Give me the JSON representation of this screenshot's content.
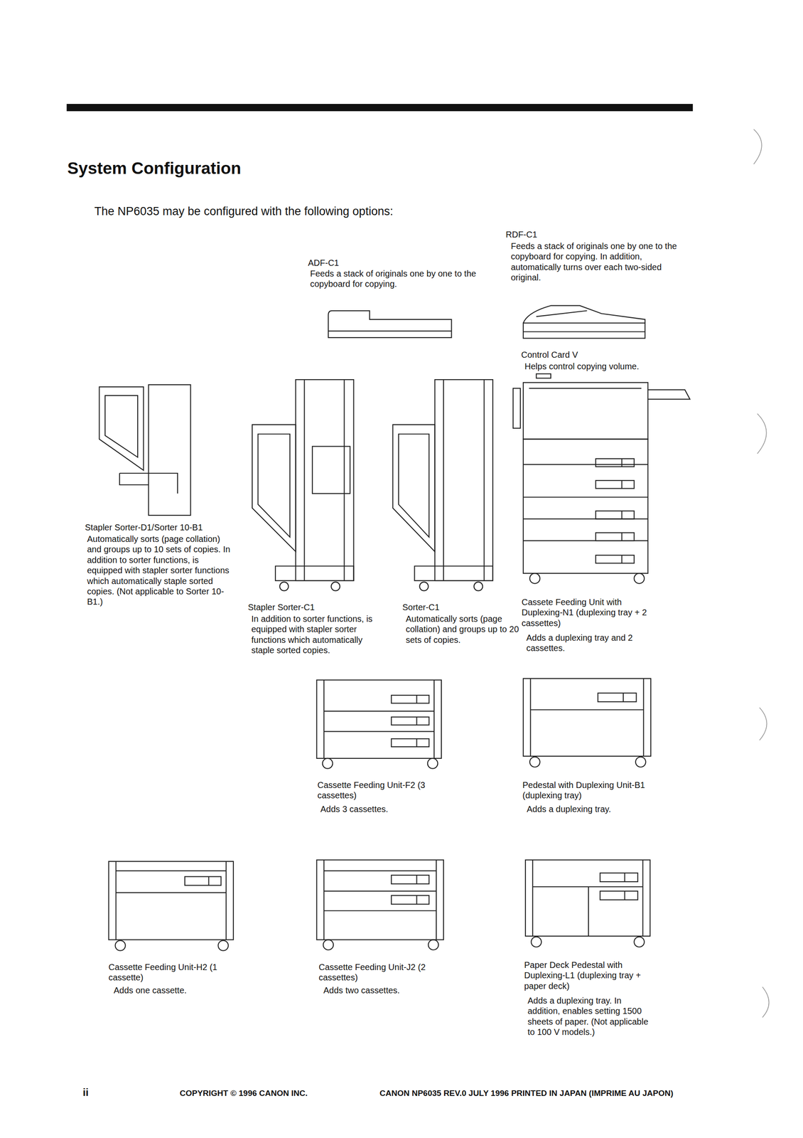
{
  "diagram": {
    "title": "System Configuration",
    "labels": [
      "The NP6035 may be configured with the following options:",
      "ADF-C1",
      "Feeds a stack of originals one by one to the copyboard for copying.",
      "RDF-C1",
      "Feeds a stack of originals one by one to the copyboard for copying. In addition, automatically turns over each two-sided original.",
      "Control Card V",
      "Helps control copying volume.",
      "Stapler Sorter-D1/Sorter 10-B1",
      "Automatically sorts (page collation) and groups up to 10 sets of copies. In addition to sorter functions, is equipped with stapler sorter functions which automatically staple sorted copies. (Not applicable to Sorter 10-B1.)",
      "Stapler Sorter-C1",
      "In addition to sorter functions, is equipped with stapler sorter functions which automatically staple sorted copies.",
      "Sorter-C1",
      "Automatically sorts (page collation) and groups up to 20 sets of copies.",
      "Cassete Feeding Unit with Duplexing-N1 (duplexing tray + 2 cassettes)",
      "Adds a duplexing tray and 2 cassettes.",
      "Cassette Feeding Unit-F2 (3 cassettes)",
      "Adds 3 cassettes.",
      "Pedestal with Duplexing Unit-B1 (duplexing tray)",
      "Adds a duplexing tray.",
      "Cassette Feeding Unit-H2 (1 cassette)",
      "Adds one cassette.",
      "Cassette Feeding Unit-J2 (2 cassettes)",
      "Adds two cassettes.",
      "Paper Deck Pedestal with Duplexing-L1 (duplexing tray + paper deck)",
      "Adds a duplexing tray. In addition, enables setting 1500 sheets of paper. (Not applicable to 100 V models.)",
      "ii",
      "COPYRIGHT © 1996 CANON INC.",
      "CANON NP6035 REV.0 JULY 1996 PRINTED IN JAPAN (IMPRIME AU JAPON)"
    ]
  }
}
